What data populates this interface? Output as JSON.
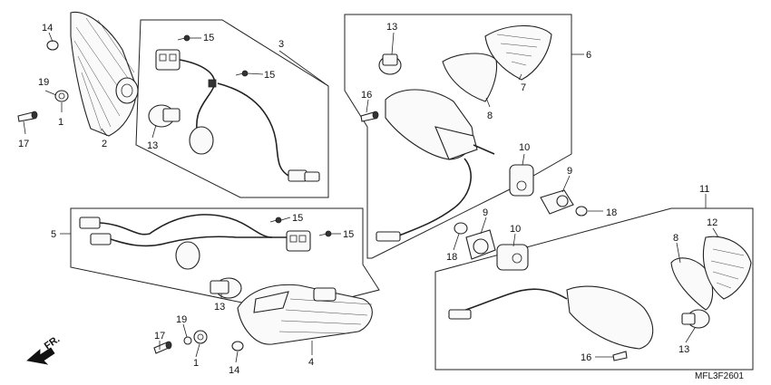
{
  "diagram": {
    "code": "MFL3F2601",
    "direction_label": "FR.",
    "callouts": [
      {
        "id": "c14a",
        "text": "14"
      },
      {
        "id": "c19a",
        "text": "19"
      },
      {
        "id": "c1a",
        "text": "1"
      },
      {
        "id": "c17a",
        "text": "17"
      },
      {
        "id": "c2",
        "text": "2"
      },
      {
        "id": "c13a",
        "text": "13"
      },
      {
        "id": "c15a",
        "text": "15"
      },
      {
        "id": "c15b",
        "text": "15"
      },
      {
        "id": "c3",
        "text": "3"
      },
      {
        "id": "c13b",
        "text": "13"
      },
      {
        "id": "c16a",
        "text": "16"
      },
      {
        "id": "c6",
        "text": "6"
      },
      {
        "id": "c7",
        "text": "7"
      },
      {
        "id": "c8a",
        "text": "8"
      },
      {
        "id": "c10a",
        "text": "10"
      },
      {
        "id": "c9a",
        "text": "9"
      },
      {
        "id": "c18a",
        "text": "18"
      },
      {
        "id": "c5",
        "text": "5"
      },
      {
        "id": "c15c",
        "text": "15"
      },
      {
        "id": "c15d",
        "text": "15"
      },
      {
        "id": "c9b",
        "text": "9"
      },
      {
        "id": "c10b",
        "text": "10"
      },
      {
        "id": "c18b",
        "text": "18"
      },
      {
        "id": "c11",
        "text": "11"
      },
      {
        "id": "c12",
        "text": "12"
      },
      {
        "id": "c8b",
        "text": "8"
      },
      {
        "id": "c13c",
        "text": "13"
      },
      {
        "id": "c16b",
        "text": "16"
      },
      {
        "id": "c13d",
        "text": "13"
      },
      {
        "id": "c17b",
        "text": "17"
      },
      {
        "id": "c19b",
        "text": "19"
      },
      {
        "id": "c1b",
        "text": "1"
      },
      {
        "id": "c14b",
        "text": "14"
      },
      {
        "id": "c4",
        "text": "4"
      }
    ]
  }
}
